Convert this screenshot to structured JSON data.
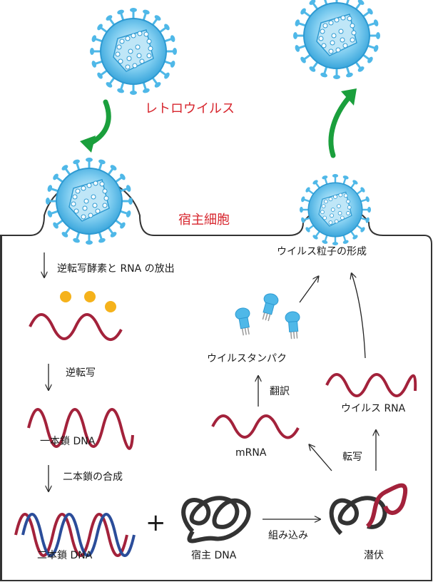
{
  "labels": {
    "retrovirus": "レトロウイルス",
    "host_cell": "宿主細胞",
    "release": "逆転写酵素と RNA の放出",
    "reverse_transcription": "逆転写",
    "ssdna": "一本鎖 DNA",
    "synthesis": "二本鎖の合成",
    "dsdna": "二本鎖 DNA",
    "plus": "+",
    "host_dna": "宿主 DNA",
    "integration": "組み込み",
    "latency": "潜伏",
    "transcription": "転写",
    "mrna": "mRNA",
    "translation": "翻訳",
    "viral_protein": "ウイルスタンパク",
    "viral_rna": "ウイルス RNA",
    "assembly": "ウイルス粒子の形成"
  },
  "colors": {
    "rna": "#a3223b",
    "dna_blue": "#2b4d9a",
    "enzyme": "#f5b21b",
    "virus": "#4fb8e8",
    "arrow_green": "#1a9f3c",
    "label_red": "#d7262e",
    "membrane": "#333333"
  }
}
